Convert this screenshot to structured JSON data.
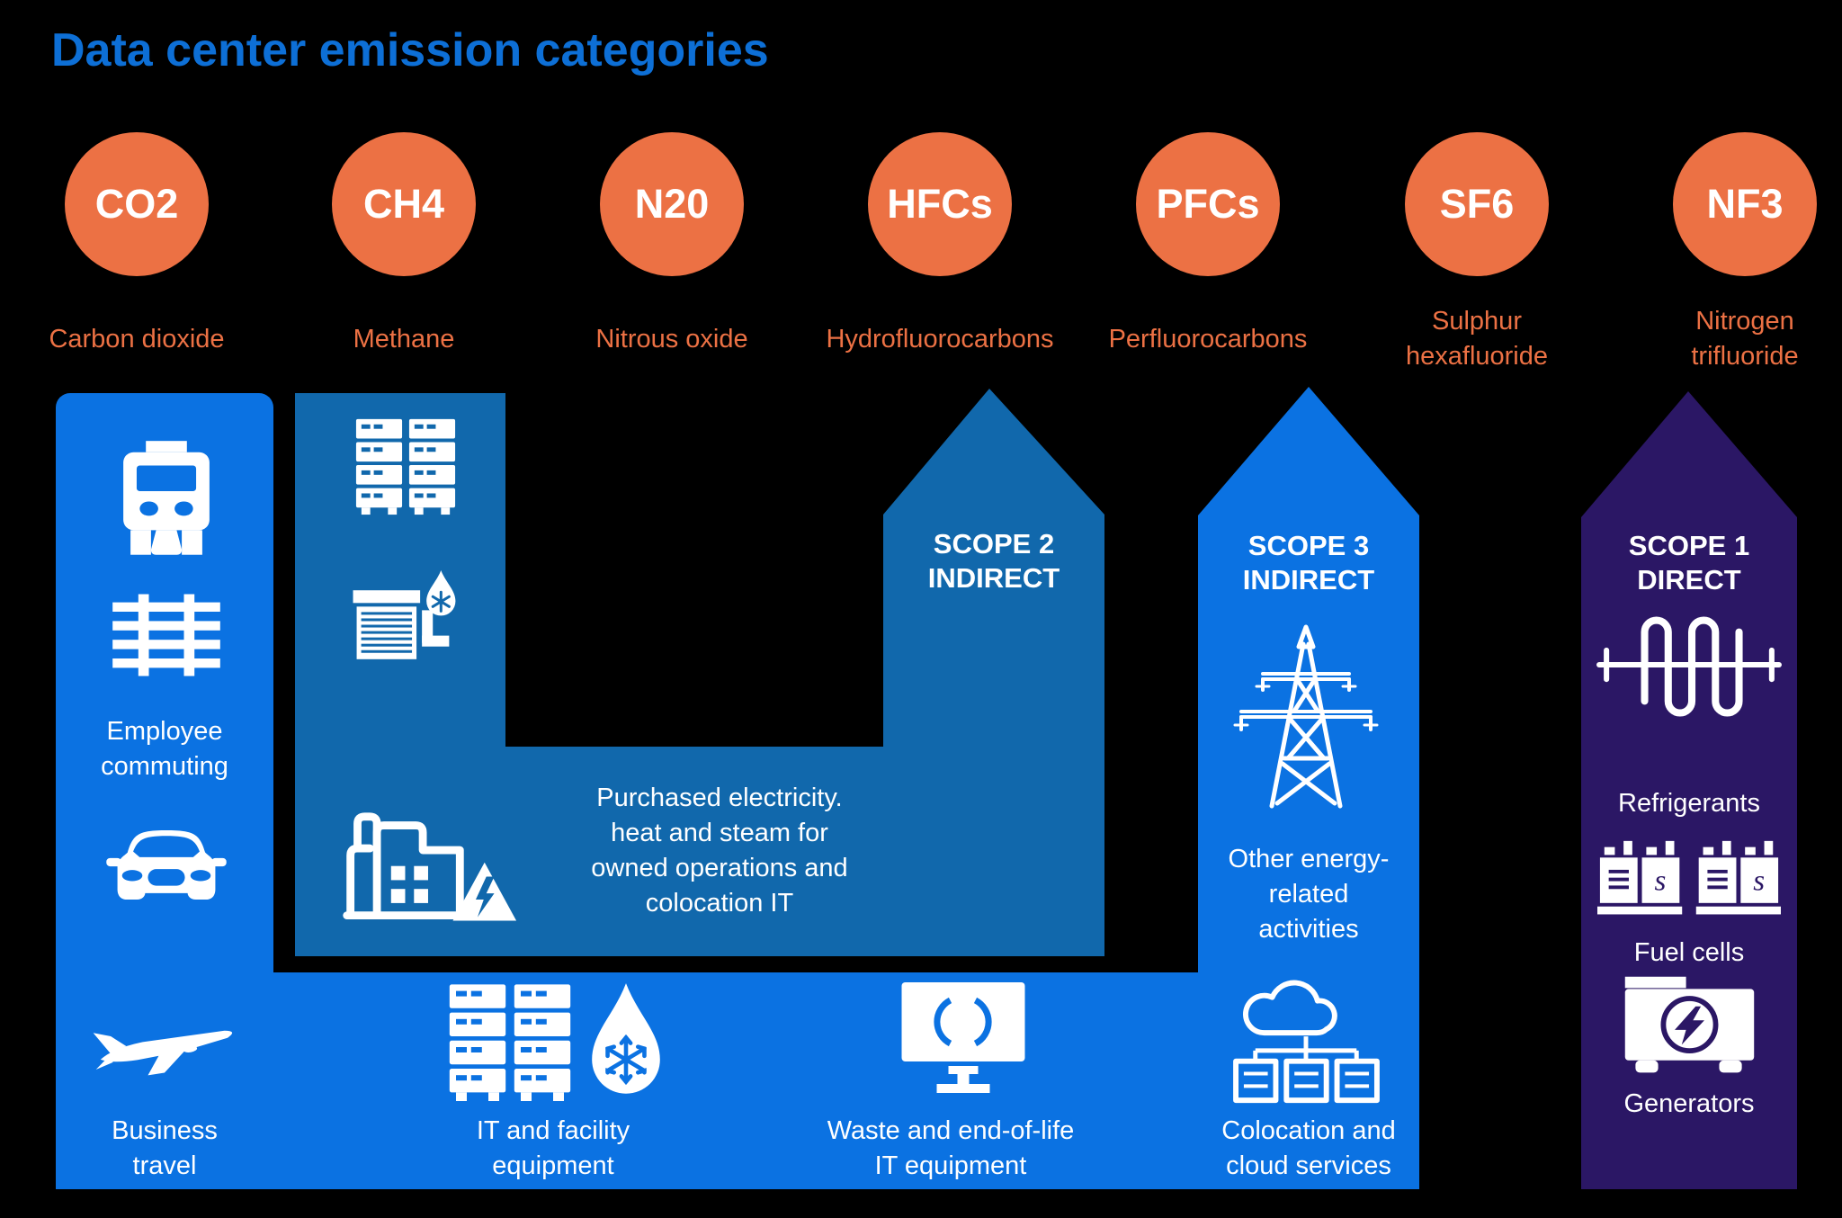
{
  "title": "Data center emission categories",
  "colors": {
    "background": "#000000",
    "title_blue": "#0d6fd6",
    "bright_blue": "#0b72e2",
    "steel_blue": "#1168ac",
    "indigo": "#2b1765",
    "orange": "#ec7144",
    "white": "#ffffff"
  },
  "gases": [
    {
      "symbol": "CO2",
      "name": "Carbon dioxide"
    },
    {
      "symbol": "CH4",
      "name": "Methane"
    },
    {
      "symbol": "N20",
      "name": "Nitrous oxide"
    },
    {
      "symbol": "HFCs",
      "name": "Hydrofluorocarbons"
    },
    {
      "symbol": "PFCs",
      "name": "Perfluorocarbons"
    },
    {
      "symbol": "SF6",
      "name": "Sulphur\nhexafluoride"
    },
    {
      "symbol": "NF3",
      "name": "Nitrogen\ntrifluoride"
    }
  ],
  "left_column": {
    "items": [
      {
        "icon": "bus-and-rail",
        "label": "Employee\ncommuting"
      },
      {
        "icon": "airplane",
        "label": "Business\ntravel"
      }
    ]
  },
  "scope2": {
    "title": "SCOPE 2\nINDIRECT",
    "description": "Purchased electricity.\nheat and steam for\nowned operations and\ncolocation IT",
    "icons": [
      "server-racks",
      "cooling-unit-droplet",
      "factory-power"
    ]
  },
  "scope3": {
    "title": "SCOPE 3\nINDIRECT",
    "items": [
      {
        "icon": "transmission-tower",
        "label": "Other energy-\nrelated\nactivities"
      },
      {
        "icon": "cloud-servers",
        "label": "Colocation and\ncloud services"
      }
    ]
  },
  "scope1": {
    "title": "SCOPE 1\nDIRECT",
    "items": [
      {
        "icon": "refrigerant-coil",
        "label": "Refrigerants"
      },
      {
        "icon": "fuel-cells",
        "label": "Fuel cells"
      },
      {
        "icon": "generator",
        "label": "Generators"
      }
    ]
  },
  "bottom_bar": {
    "items": [
      {
        "icon": "server-racks-droplet",
        "label": "IT and facility\nequipment"
      },
      {
        "icon": "monitor-recycle",
        "label": "Waste and end-of-life\nIT equipment"
      }
    ]
  }
}
